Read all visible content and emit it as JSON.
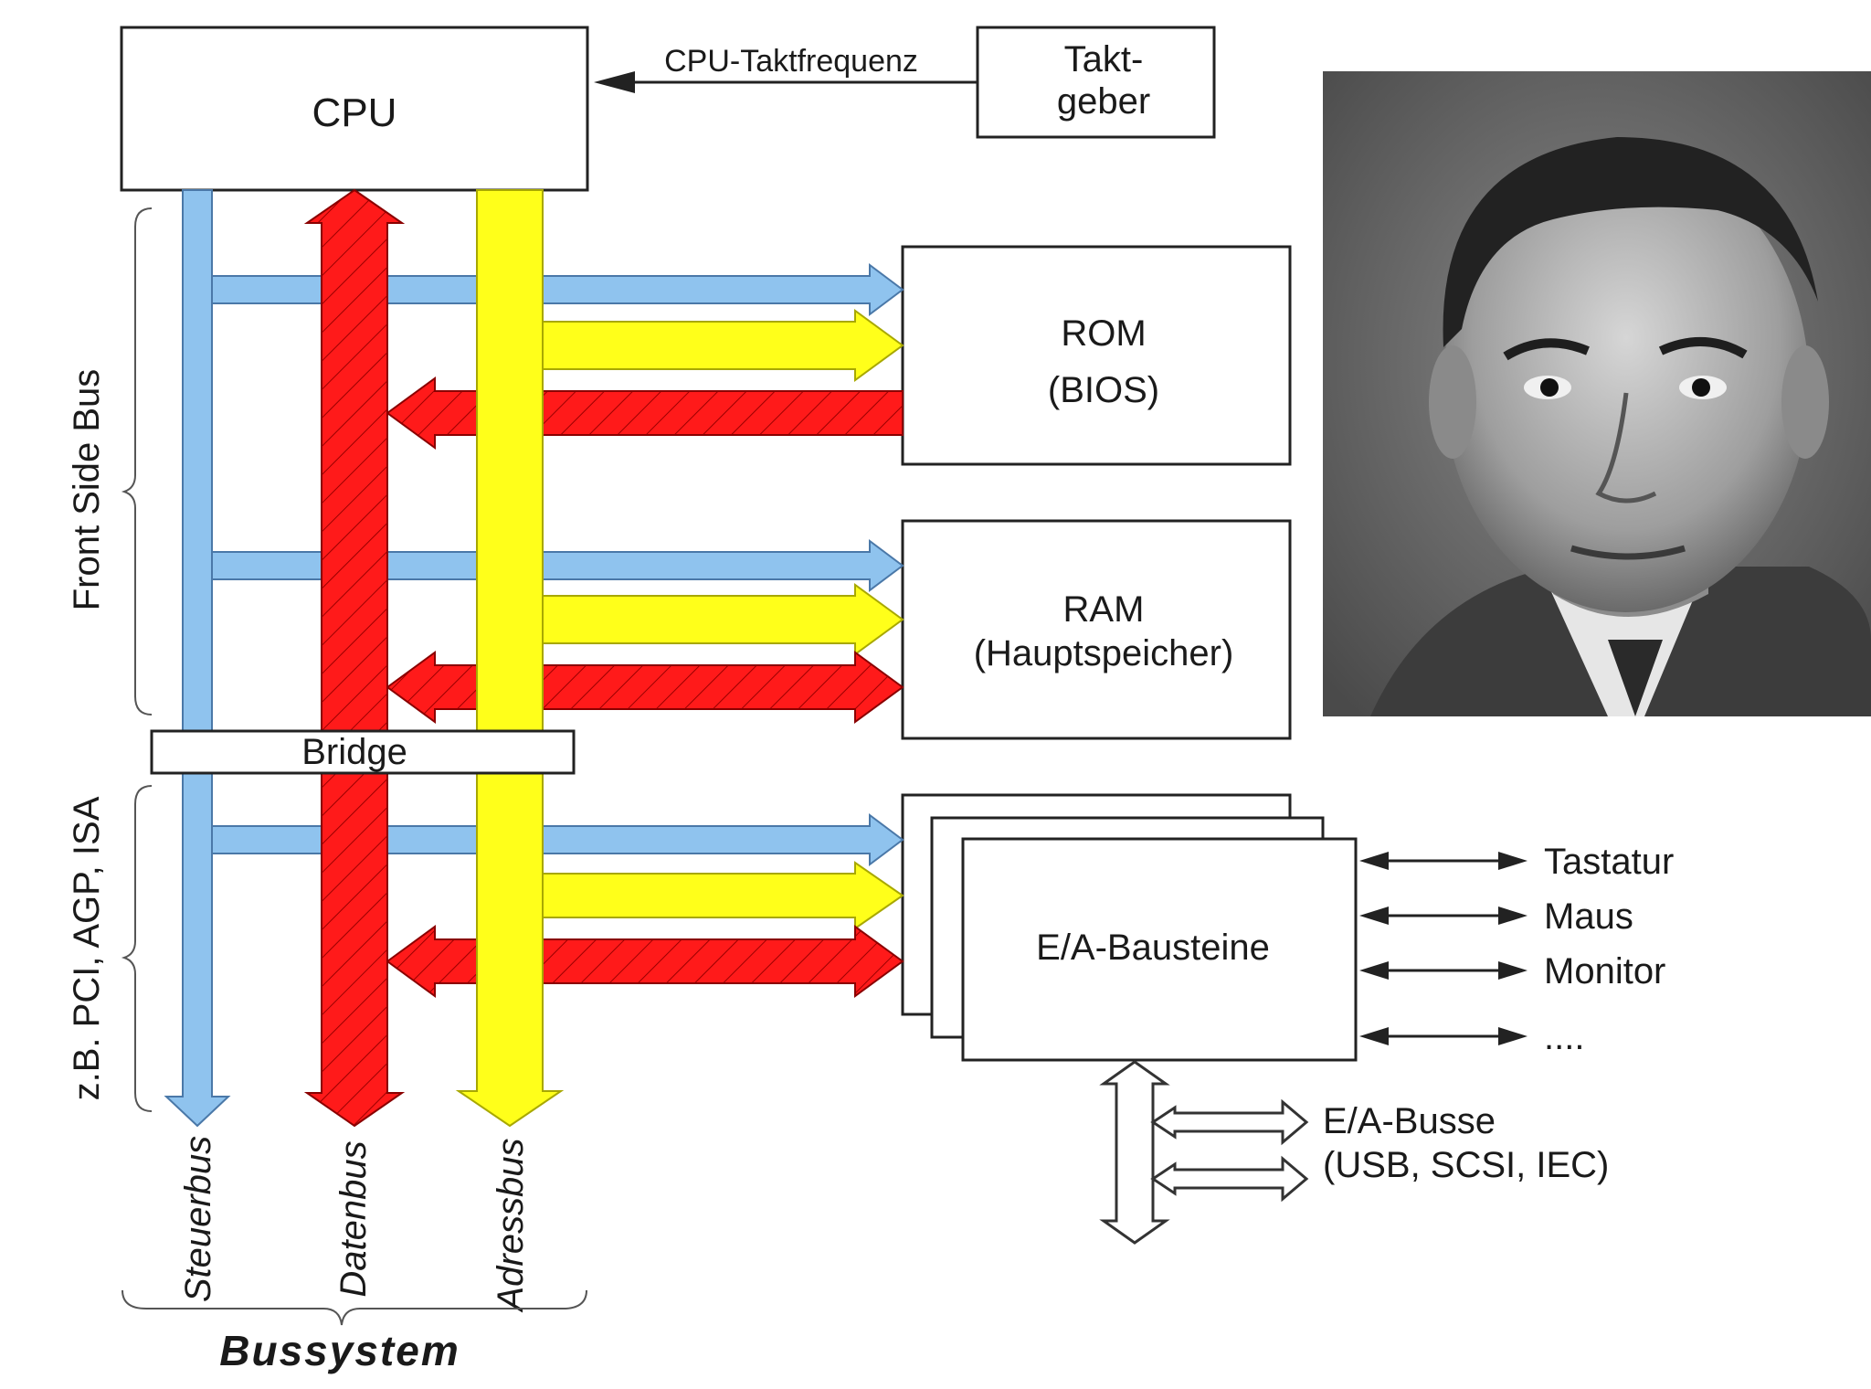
{
  "components": {
    "cpu": "CPU",
    "clock_line1": "Takt-",
    "clock_line2": "geber",
    "clock_signal": "CPU-Taktfrequenz",
    "rom_line1": "ROM",
    "rom_line2": "(BIOS)",
    "ram_line1": "RAM",
    "ram_line2": "(Hauptspeicher)",
    "bridge": "Bridge",
    "io_modules": "E/A-Bausteine"
  },
  "buses": {
    "control": "Steuerbus",
    "data": "Datenbus",
    "address": "Adressbus",
    "system": "Bussystem",
    "front_side": "Front Side Bus",
    "expansion": "z.B. PCI, AGP, ISA"
  },
  "peripherals": [
    "Tastatur",
    "Maus",
    "Monitor",
    "...."
  ],
  "io_buses_line1": "E/A-Busse",
  "io_buses_line2": "(USB, SCSI, IEC)",
  "colors": {
    "control_bus": "#8fc3ee",
    "data_bus": "#ff1a1a",
    "address_bus": "#ffff1a",
    "outline": "#222222"
  },
  "photo": {
    "icon": "portrait-photo"
  }
}
